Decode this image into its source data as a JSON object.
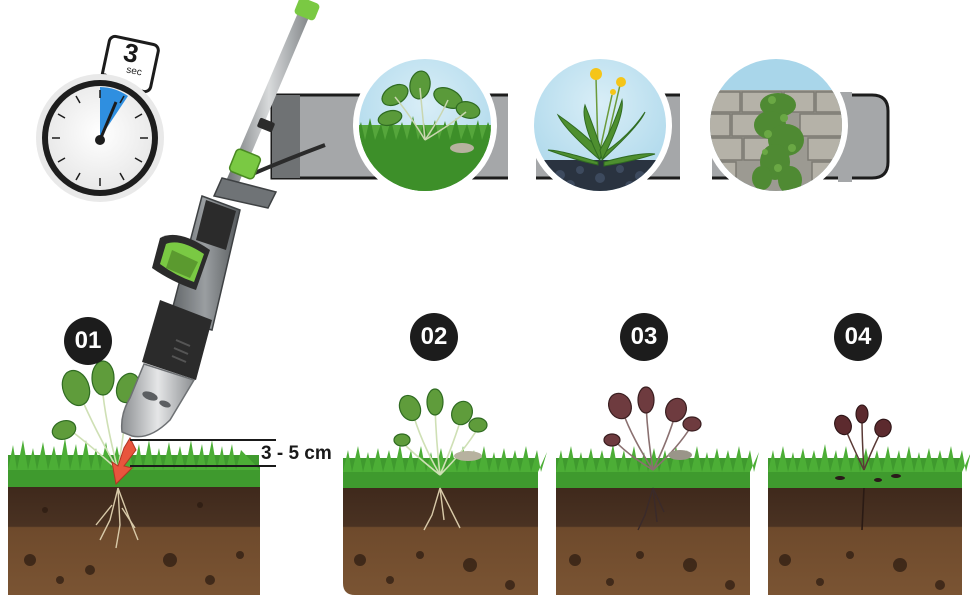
{
  "timer": {
    "seconds": "3",
    "unit": "sec",
    "icon": "stopwatch-icon"
  },
  "usage_examples": [
    {
      "name": "weeds-in-lawn"
    },
    {
      "name": "dandelion-in-gravel"
    },
    {
      "name": "weeds-on-stone-wall"
    }
  ],
  "steps": [
    {
      "number": "01"
    },
    {
      "number": "02"
    },
    {
      "number": "03"
    },
    {
      "number": "04"
    }
  ],
  "depth": {
    "label": "3 - 5 cm"
  },
  "colors": {
    "accent_green": "#7ac943",
    "dark_body": "#2b2b2b",
    "tool_grey": "#8a8d90",
    "banner_grey": "#a5a7a9",
    "grass": "#3f9a2e",
    "soil_top": "#3b2a1d",
    "soil_bottom": "#6b4a2f",
    "heat_arrow": "#e8553d"
  }
}
